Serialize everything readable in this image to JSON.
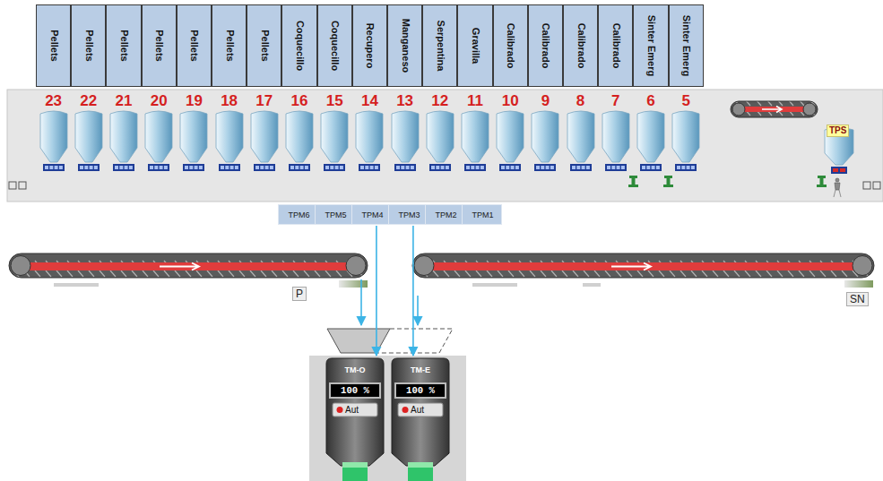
{
  "diagram": {
    "nodes": [
      {
        "text": [
          "Pellets"
        ]
      },
      {
        "text": [
          "Pellets"
        ]
      },
      {
        "text": [
          "Pellets"
        ]
      },
      {
        "text": [
          "Pellets"
        ]
      },
      {
        "text": [
          "Pellets"
        ]
      },
      {
        "text": [
          "Pellets"
        ]
      },
      {
        "text": [
          "Pellets"
        ]
      },
      {
        "text": [
          "Coquecillo"
        ]
      },
      {
        "text": [
          "Coquecillo"
        ]
      },
      {
        "text": [
          "Recupero"
        ]
      },
      {
        "text": [
          "Manganeso"
        ]
      },
      {
        "text": [
          "Serpentina"
        ]
      },
      {
        "text": [
          "Gravilla"
        ]
      },
      {
        "text": [
          "Calibrado"
        ]
      },
      {
        "text": [
          "Calibrado"
        ]
      },
      {
        "text": [
          "Calibrado"
        ]
      },
      {
        "text": [
          "Calibrado"
        ]
      },
      {
        "text": [
          "Sinter Emerg"
        ]
      },
      {
        "text": [
          "Sinter Emerg"
        ]
      },
      {
        "text": [
          "23"
        ]
      },
      {
        "text": [
          "22"
        ]
      },
      {
        "text": [
          "21"
        ]
      },
      {
        "text": [
          "20"
        ]
      },
      {
        "text": [
          "19"
        ]
      },
      {
        "text": [
          "18"
        ]
      },
      {
        "text": [
          "17"
        ]
      },
      {
        "text": [
          "16"
        ]
      },
      {
        "text": [
          "15"
        ]
      },
      {
        "text": [
          "14"
        ]
      },
      {
        "text": [
          "13"
        ]
      },
      {
        "text": [
          "12"
        ]
      },
      {
        "text": [
          "11"
        ]
      },
      {
        "text": [
          "10"
        ]
      },
      {
        "text": [
          "9"
        ]
      },
      {
        "text": [
          "8"
        ]
      },
      {
        "text": [
          "7"
        ]
      },
      {
        "text": [
          "6"
        ]
      },
      {
        "text": [
          "5"
        ]
      },
      {
        "text": [
          "TPS"
        ]
      },
      {
        "text": [
          "TPM6"
        ]
      },
      {
        "text": [
          "TPM5"
        ]
      },
      {
        "text": [
          "TPM4"
        ]
      },
      {
        "text": [
          "TPM3"
        ]
      },
      {
        "text": [
          "TPM2"
        ]
      },
      {
        "text": [
          "TPM1"
        ]
      },
      {
        "text": [
          "TM-O",
          "100 %",
          "Aut"
        ]
      },
      {
        "text": [
          "TM-E",
          "100 %",
          "Aut"
        ]
      }
    ],
    "edges": [
      {
        "from": 41,
        "to": 45,
        "arrow": "to"
      },
      {
        "from": 42,
        "to": 46,
        "arrow": "to"
      }
    ],
    "labels": [
      "P",
      "SN"
    ]
  }
}
